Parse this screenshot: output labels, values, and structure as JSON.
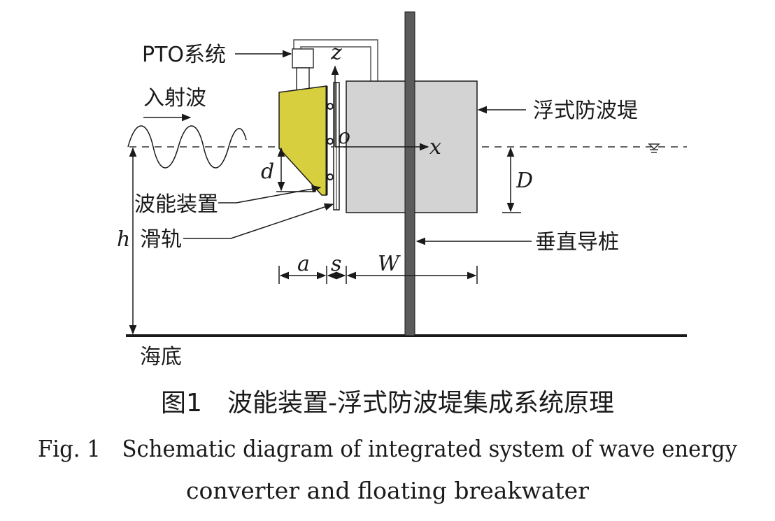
{
  "diagram": {
    "labels": {
      "pto": "PTO系统",
      "incident_wave": "入射波",
      "floating_breakwater": "浮式防波堤",
      "wec": "波能装置",
      "slide_rail": "滑轨",
      "vertical_pile": "垂直导桩",
      "seabed": "海底"
    },
    "symbols": {
      "z": "z",
      "o": "o",
      "x": "x",
      "d": "d",
      "D": "D",
      "h": "h",
      "a": "a",
      "s": "s",
      "W": "W"
    },
    "colors": {
      "wec_fill": "#d8cf3e",
      "breakwater_fill": "#d3d3d3",
      "pile_fill": "#5b5b5b",
      "line": "#1a1a1a"
    }
  },
  "caption": {
    "cn": "图1　波能装置-浮式防波堤集成系统原理",
    "en_line1": "Fig. 1　Schematic diagram of integrated system of wave energy",
    "en_line2": "converter and floating breakwater"
  }
}
